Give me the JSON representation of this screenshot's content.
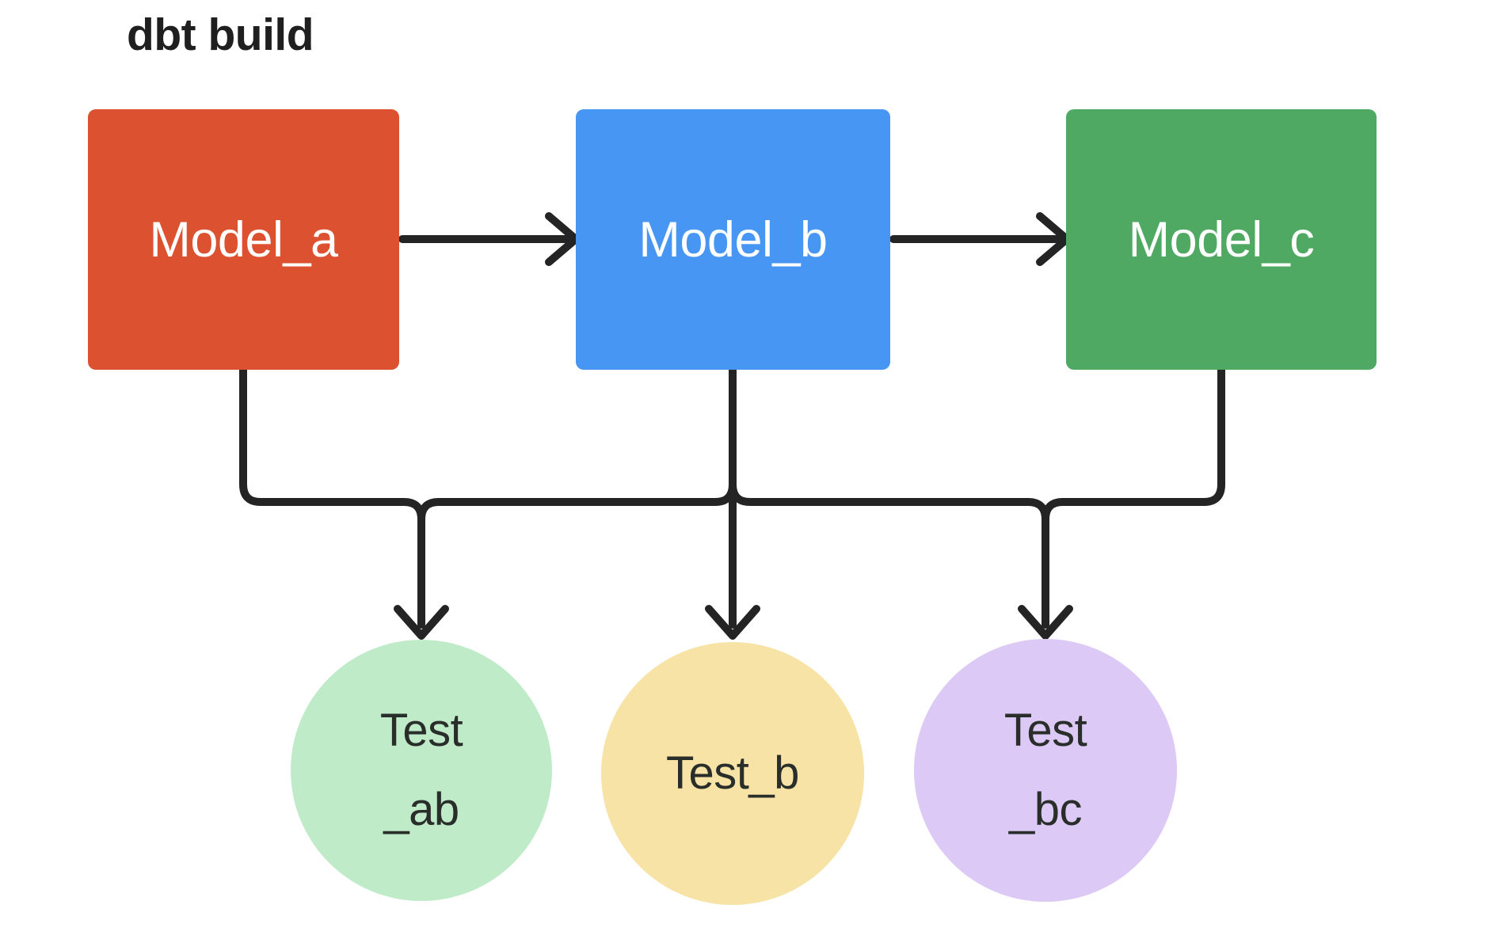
{
  "title": "dbt build",
  "colors": {
    "background": "#FFFFFF",
    "connector": "#242424",
    "title_text": "#1F1F1F",
    "model_label_text": "#FFFFFF",
    "test_label_text": "#2A2E2A"
  },
  "nodes": {
    "models": [
      {
        "id": "model_a",
        "label": "Model_a",
        "fill": "#DC5230"
      },
      {
        "id": "model_b",
        "label": "Model_b",
        "fill": "#4796F3"
      },
      {
        "id": "model_c",
        "label": "Model_c",
        "fill": "#50A962"
      }
    ],
    "tests": [
      {
        "id": "test_ab",
        "label": "Test\n_ab",
        "fill": "#C0EBC9"
      },
      {
        "id": "test_b",
        "label": "Test_b",
        "fill": "#F6E3A5"
      },
      {
        "id": "test_bc",
        "label": "Test\n_bc",
        "fill": "#DCC9F5"
      }
    ]
  },
  "edges": [
    {
      "from": "Model_a",
      "to": "Model_b",
      "arrow": true
    },
    {
      "from": "Model_b",
      "to": "Model_c",
      "arrow": true
    },
    {
      "from": "Model_a",
      "to": "Test_ab",
      "arrow": true
    },
    {
      "from": "Model_b",
      "to": "Test_ab",
      "arrow": true
    },
    {
      "from": "Model_b",
      "to": "Test_b",
      "arrow": true
    },
    {
      "from": "Model_b",
      "to": "Test_bc",
      "arrow": true
    },
    {
      "from": "Model_c",
      "to": "Test_bc",
      "arrow": true
    }
  ]
}
